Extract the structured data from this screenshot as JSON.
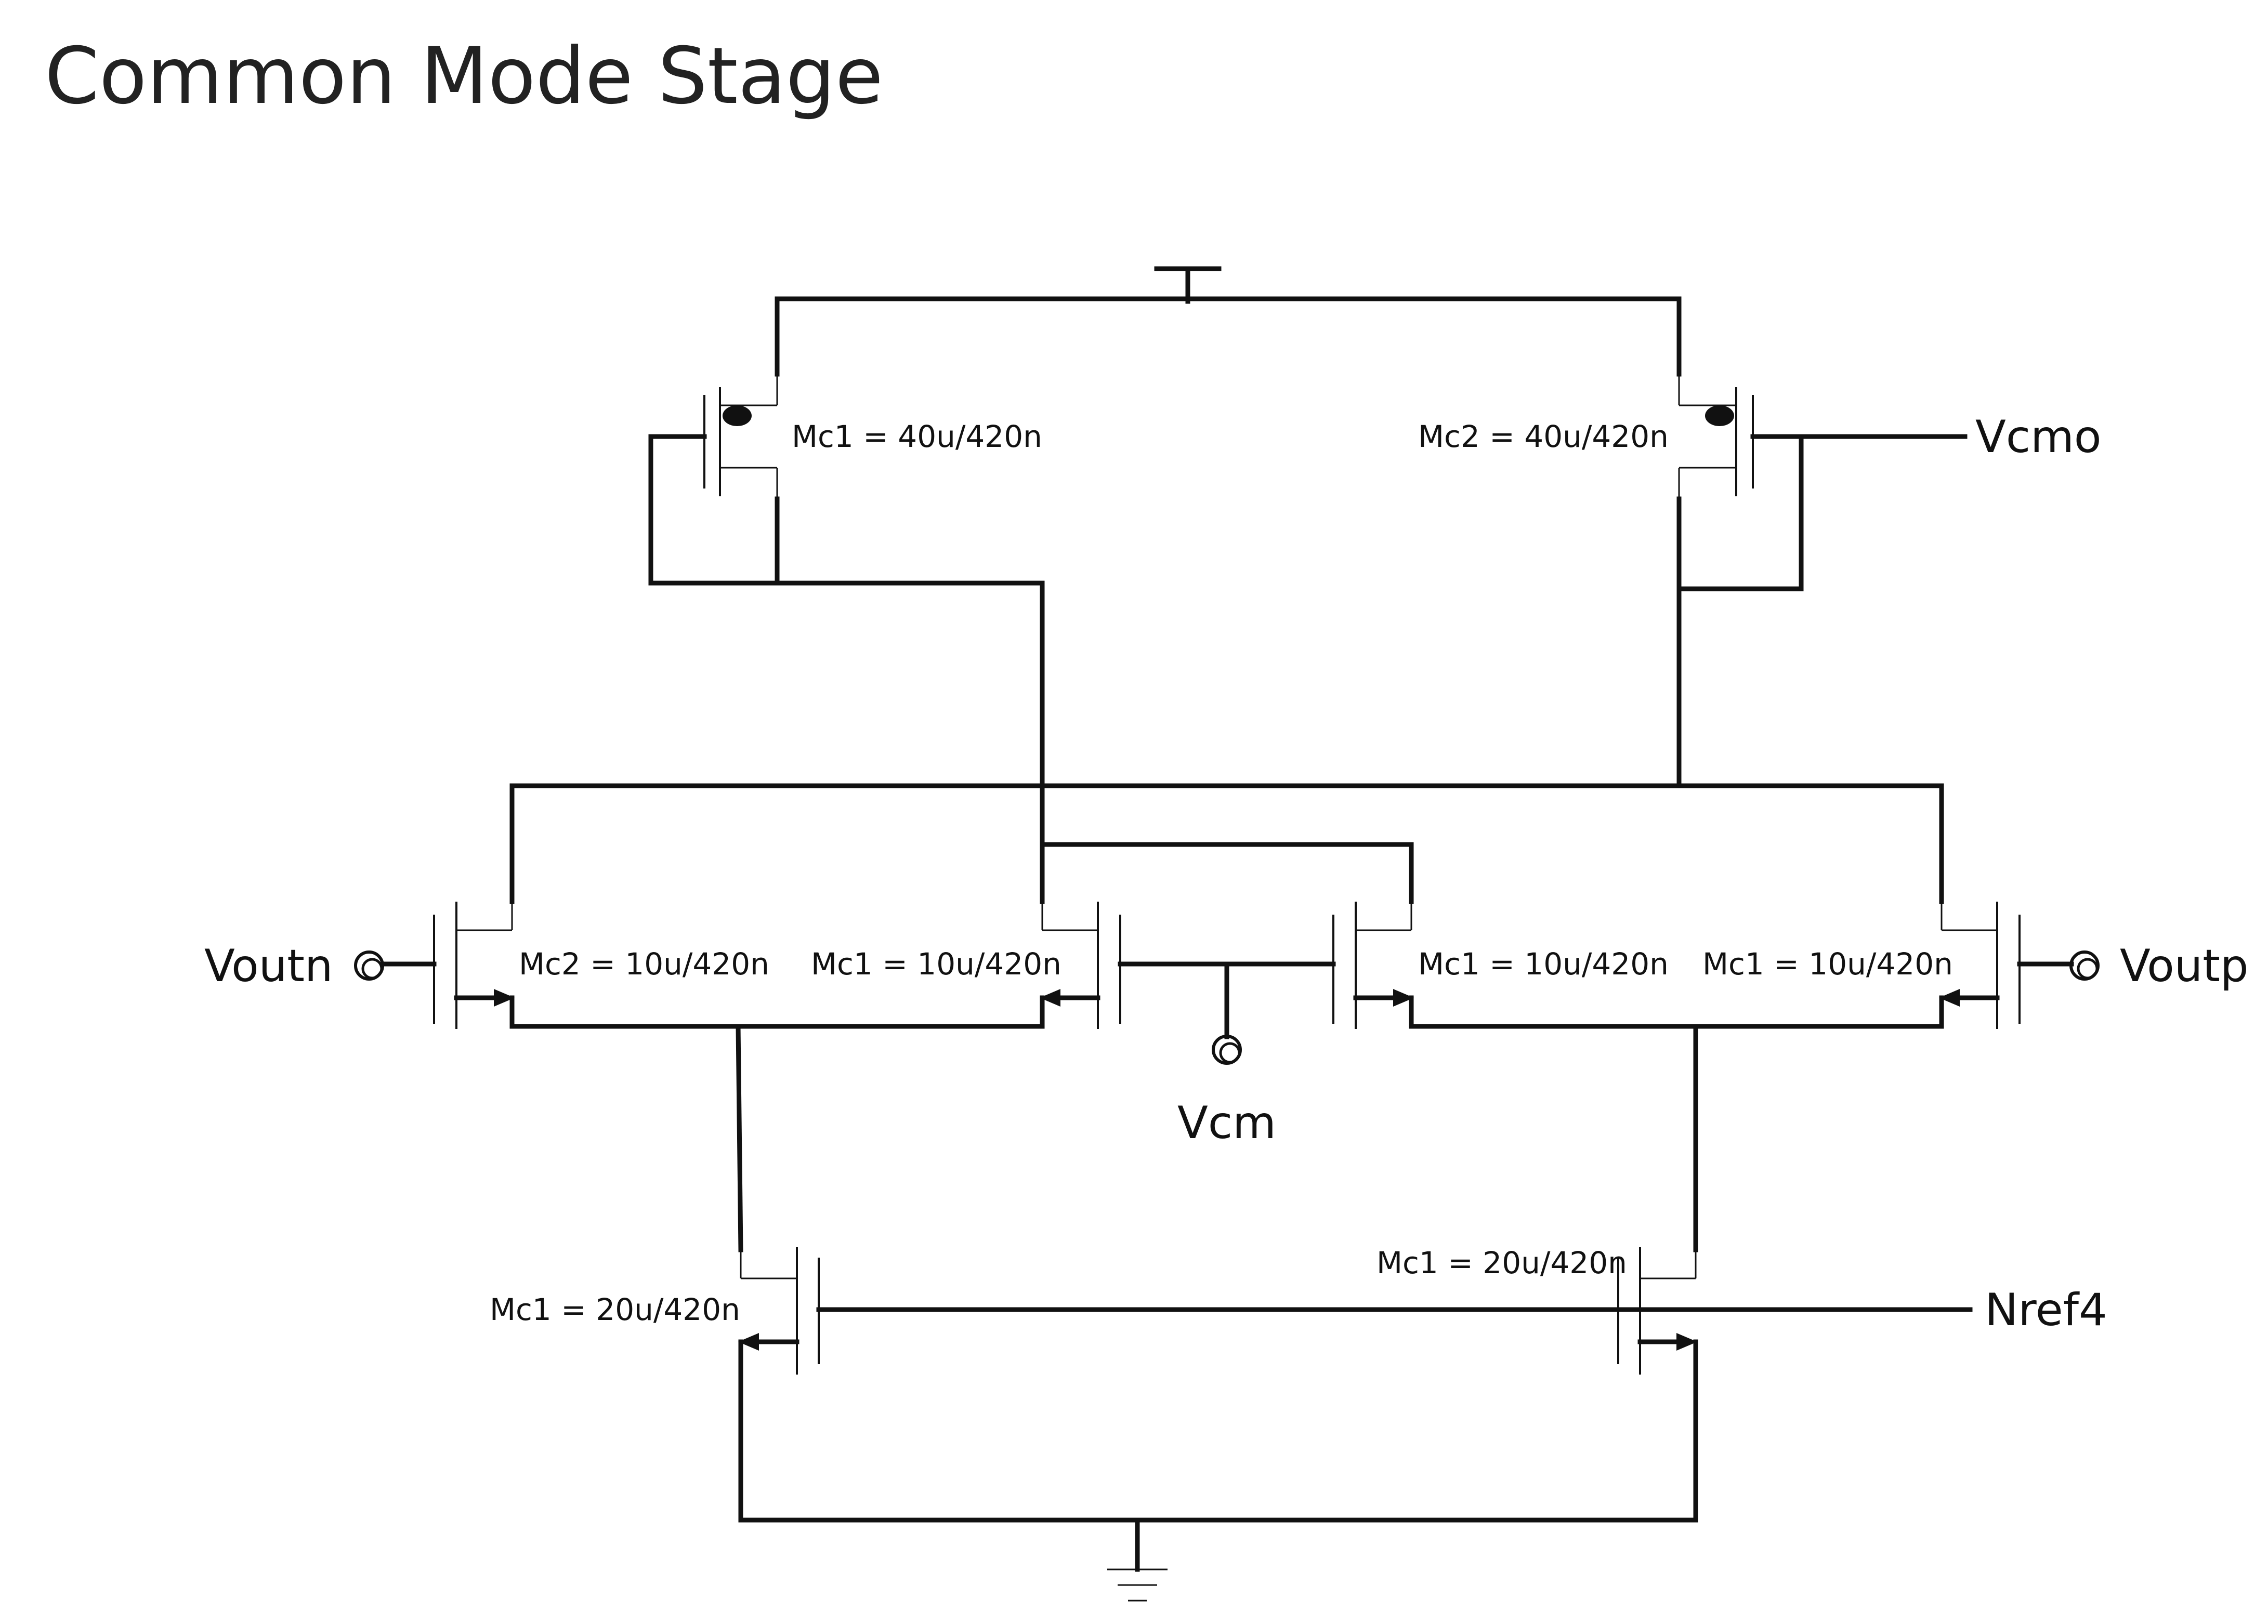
{
  "title": "Common Mode Stage",
  "transistors": {
    "pmos_left": "Mc1 = 40u/420n",
    "pmos_right": "Mc2 = 40u/420n",
    "diff_left_outer": "Mc2 = 10u/420n",
    "diff_left_inner": "Mc1 = 10u/420n",
    "diff_right_inner": "Mc1 = 10u/420n",
    "diff_right_outer": "Mc1 = 10u/420n",
    "tail_left": "Mc1 = 20u/420n",
    "tail_right": "Mc1 = 20u/420n"
  },
  "nets": {
    "voutn": "Voutn",
    "voutp": "Voutp",
    "vcm": "Vcm",
    "vcmo": "Vcmo",
    "nref4": "Nref4"
  },
  "symbols": {
    "supply": "vdd-symbol",
    "ground": "ground-symbol"
  }
}
